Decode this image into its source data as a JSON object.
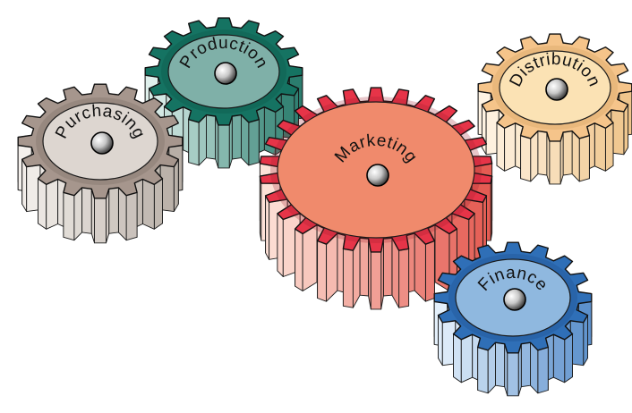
{
  "diagram": {
    "gears": [
      {
        "id": "purchasing",
        "label": "Purchasing",
        "tooth_count": 16,
        "colors": {
          "face": "#a6968d",
          "face_dark": "#6d6058",
          "hub": "#ddd6d0",
          "side_light": "#f4f0ec",
          "side_dark": "#b7aea6"
        }
      },
      {
        "id": "production",
        "label": "Production",
        "tooth_count": 16,
        "colors": {
          "face": "#157362",
          "face_dark": "#0b4a3e",
          "hub": "#7fb0a8",
          "side_light": "#dff0ec",
          "side_dark": "#2b7d6e"
        }
      },
      {
        "id": "marketing",
        "label": "Marketing",
        "tooth_count": 26,
        "colors": {
          "face": "#e63448",
          "face_dark": "#a01a2a",
          "hub": "#f08a6c",
          "side_light": "#fde2d8",
          "side_dark": "#e45b52"
        }
      },
      {
        "id": "distribution",
        "label": "Distribution",
        "tooth_count": 16,
        "colors": {
          "face": "#f5c48a",
          "face_dark": "#c89455",
          "hub": "#fbe2b4",
          "side_light": "#fff4e4",
          "side_dark": "#efc58c"
        }
      },
      {
        "id": "finance",
        "label": "Finance",
        "tooth_count": 16,
        "colors": {
          "face": "#2f6fb7",
          "face_dark": "#16457f",
          "hub": "#8fb8df",
          "side_light": "#e4f0fb",
          "side_dark": "#5d91cc"
        }
      }
    ]
  }
}
